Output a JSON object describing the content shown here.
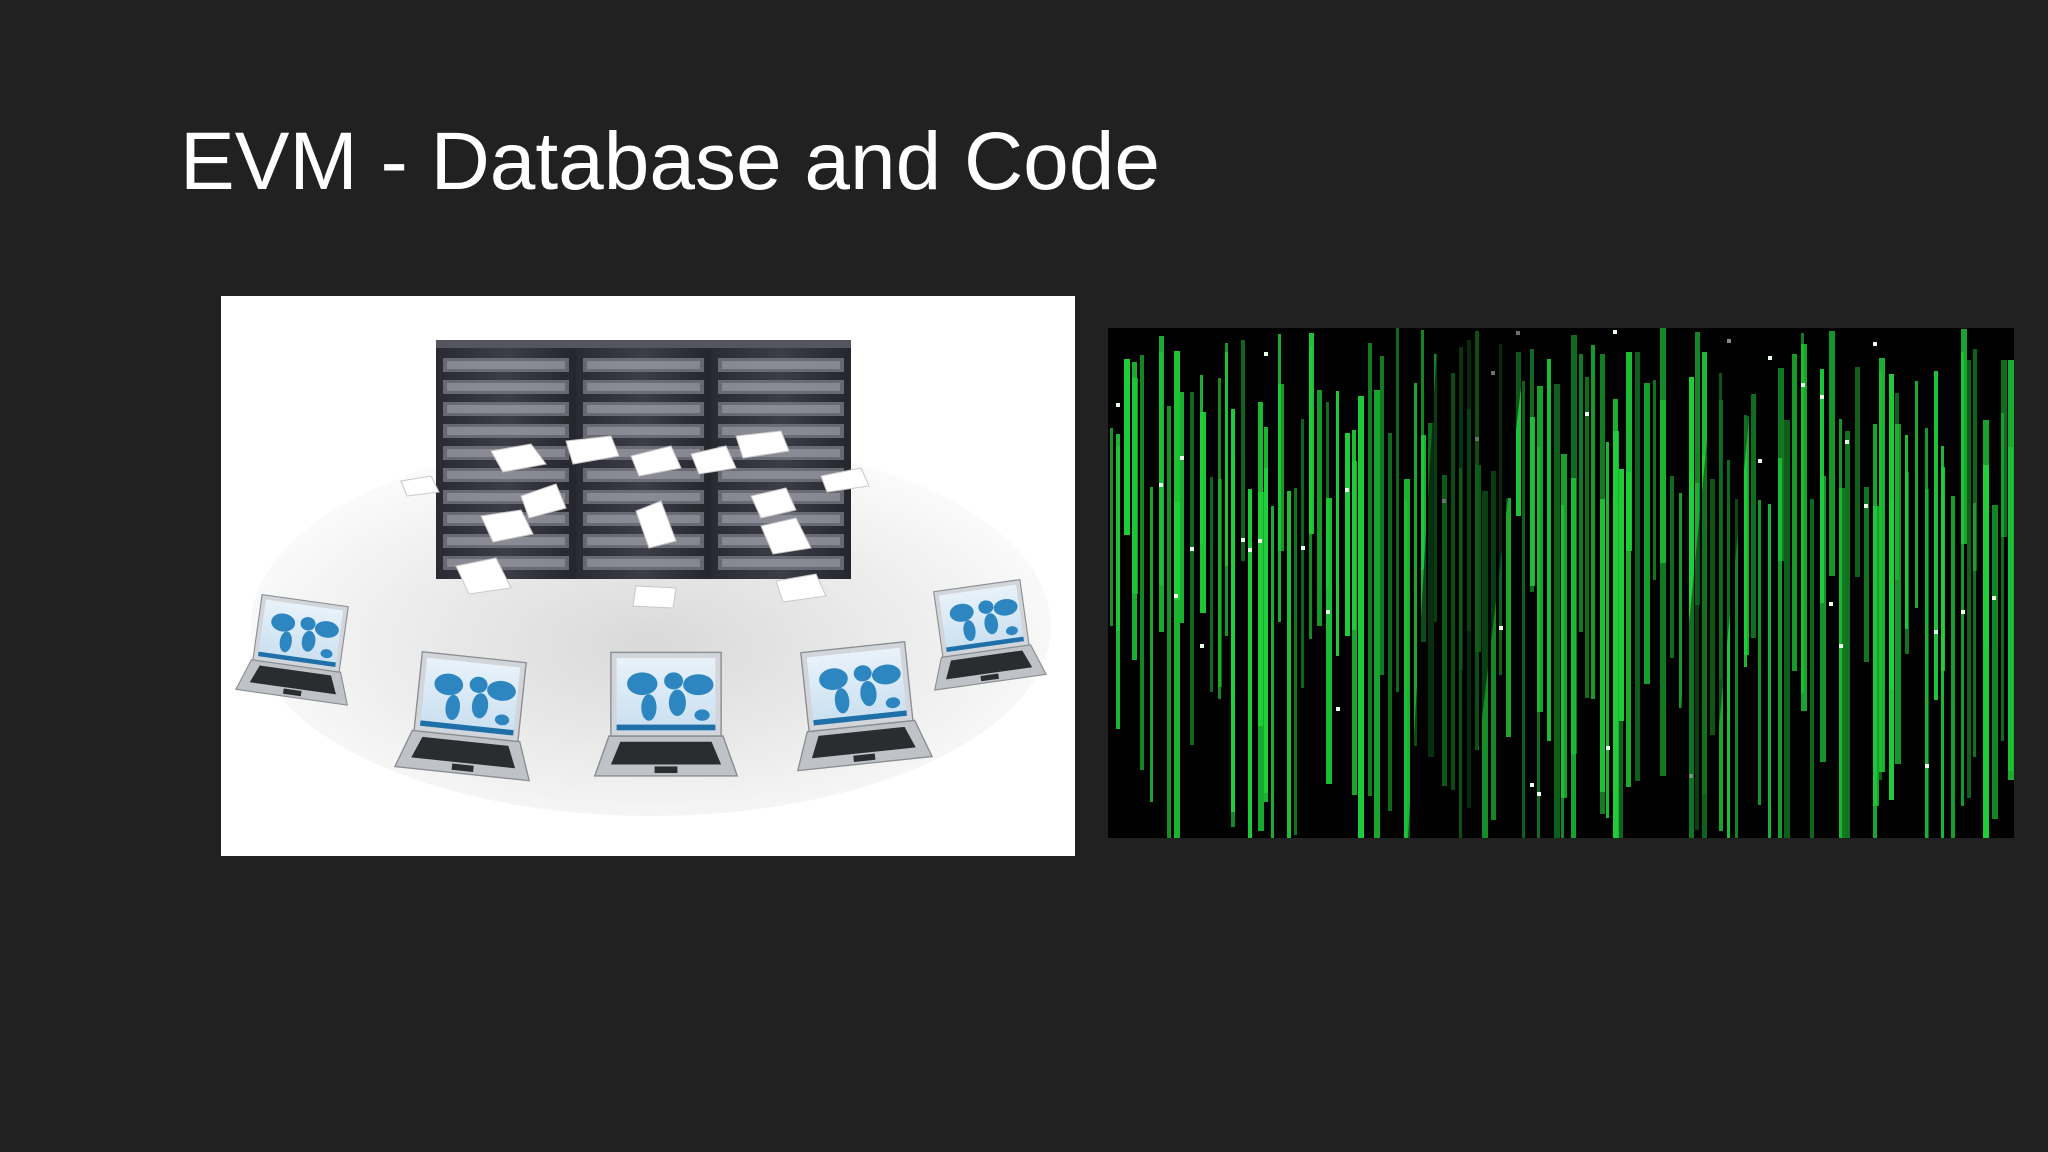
{
  "slide": {
    "title": "EVM - Database and Code"
  },
  "images": {
    "left": {
      "icon": "server-network-illustration"
    },
    "right": {
      "icon": "matrix-code-rain"
    }
  },
  "colors": {
    "background": "#212121",
    "title_text": "#ffffff",
    "code_green": "#1fd23a",
    "map_blue": "#2e86c1"
  }
}
